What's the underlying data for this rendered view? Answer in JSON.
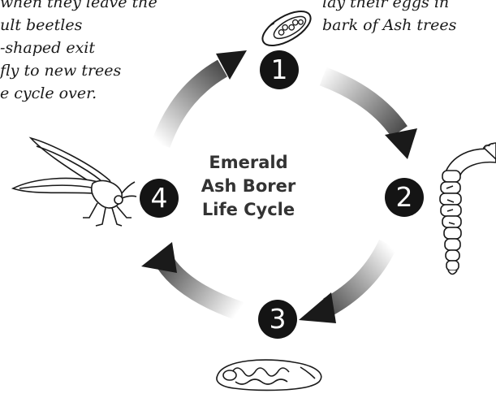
{
  "captions": {
    "left": [
      "when they leave the",
      "ult beetles",
      "-shaped exit",
      "fly to new trees",
      "e cycle over."
    ],
    "right": [
      "lay their eggs in",
      "bark of Ash trees"
    ]
  },
  "title": [
    "Emerald",
    "Ash Borer",
    "Life Cycle"
  ],
  "stages": [
    {
      "number": "1",
      "label": "egg"
    },
    {
      "number": "2",
      "label": "larva"
    },
    {
      "number": "3",
      "label": "pupa"
    },
    {
      "number": "4",
      "label": "adult beetle"
    }
  ],
  "colors": {
    "ink": "#141414",
    "arrow_dark": "#1a1a1a",
    "arrow_light": "#ffffff",
    "title": "#333333"
  }
}
